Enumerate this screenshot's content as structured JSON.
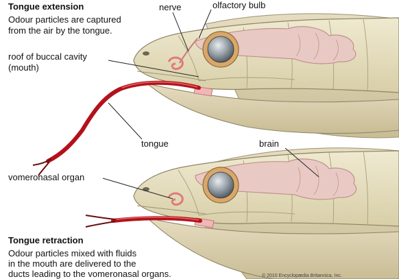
{
  "panel_top": {
    "heading": "Tongue extension",
    "caption_lines": [
      "Odour particles are captured",
      "from the air by the tongue."
    ],
    "labels": {
      "nerve": "nerve",
      "olfactory_bulb": "olfactory bulb",
      "roof_line1": "roof of buccal cavity",
      "roof_line2": "(mouth)",
      "tongue": "tongue"
    }
  },
  "panel_bottom": {
    "heading": "Tongue retraction",
    "caption_lines": [
      "Odour particles mixed with fluids",
      "in the mouth are delivered to the",
      "ducts leading to the vomeronasal organs."
    ],
    "labels": {
      "brain": "brain",
      "vomeronasal_organ": "vomeronasal organ"
    }
  },
  "copyright": "© 2010 Encyclopædia Britannica, Inc.",
  "colors": {
    "scale": "#e7e0c4",
    "scale_dark": "#cfc6a2",
    "brain": "#e9c9c4",
    "tongue": "#b3121b",
    "eye_ring": "#d9a76a",
    "organ": "#e07a7a"
  }
}
